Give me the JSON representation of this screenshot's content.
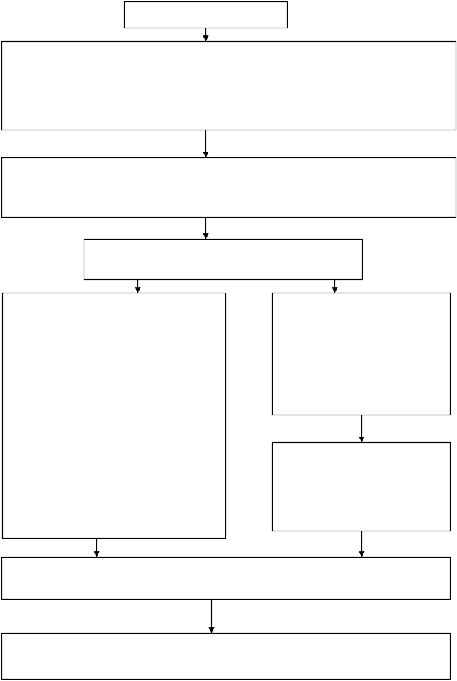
{
  "diagram": {
    "type": "flowchart",
    "colors": {
      "stroke": "#000000",
      "box_fill": "#ffffff",
      "background": "#ffffff"
    },
    "nodes": [
      {
        "id": "start",
        "label": ""
      },
      {
        "id": "step-2",
        "label": ""
      },
      {
        "id": "step-3",
        "label": ""
      },
      {
        "id": "branch",
        "label": ""
      },
      {
        "id": "left-branch",
        "label": ""
      },
      {
        "id": "right-branch-upper",
        "label": ""
      },
      {
        "id": "right-branch-lower",
        "label": ""
      },
      {
        "id": "merge",
        "label": ""
      },
      {
        "id": "end",
        "label": ""
      }
    ],
    "edges": [
      {
        "from": "start",
        "to": "step-2"
      },
      {
        "from": "step-2",
        "to": "step-3"
      },
      {
        "from": "step-3",
        "to": "branch"
      },
      {
        "from": "branch",
        "to": "left-branch"
      },
      {
        "from": "branch",
        "to": "right-branch-upper"
      },
      {
        "from": "right-branch-upper",
        "to": "right-branch-lower"
      },
      {
        "from": "left-branch",
        "to": "merge"
      },
      {
        "from": "right-branch-lower",
        "to": "merge"
      },
      {
        "from": "merge",
        "to": "end"
      }
    ]
  }
}
